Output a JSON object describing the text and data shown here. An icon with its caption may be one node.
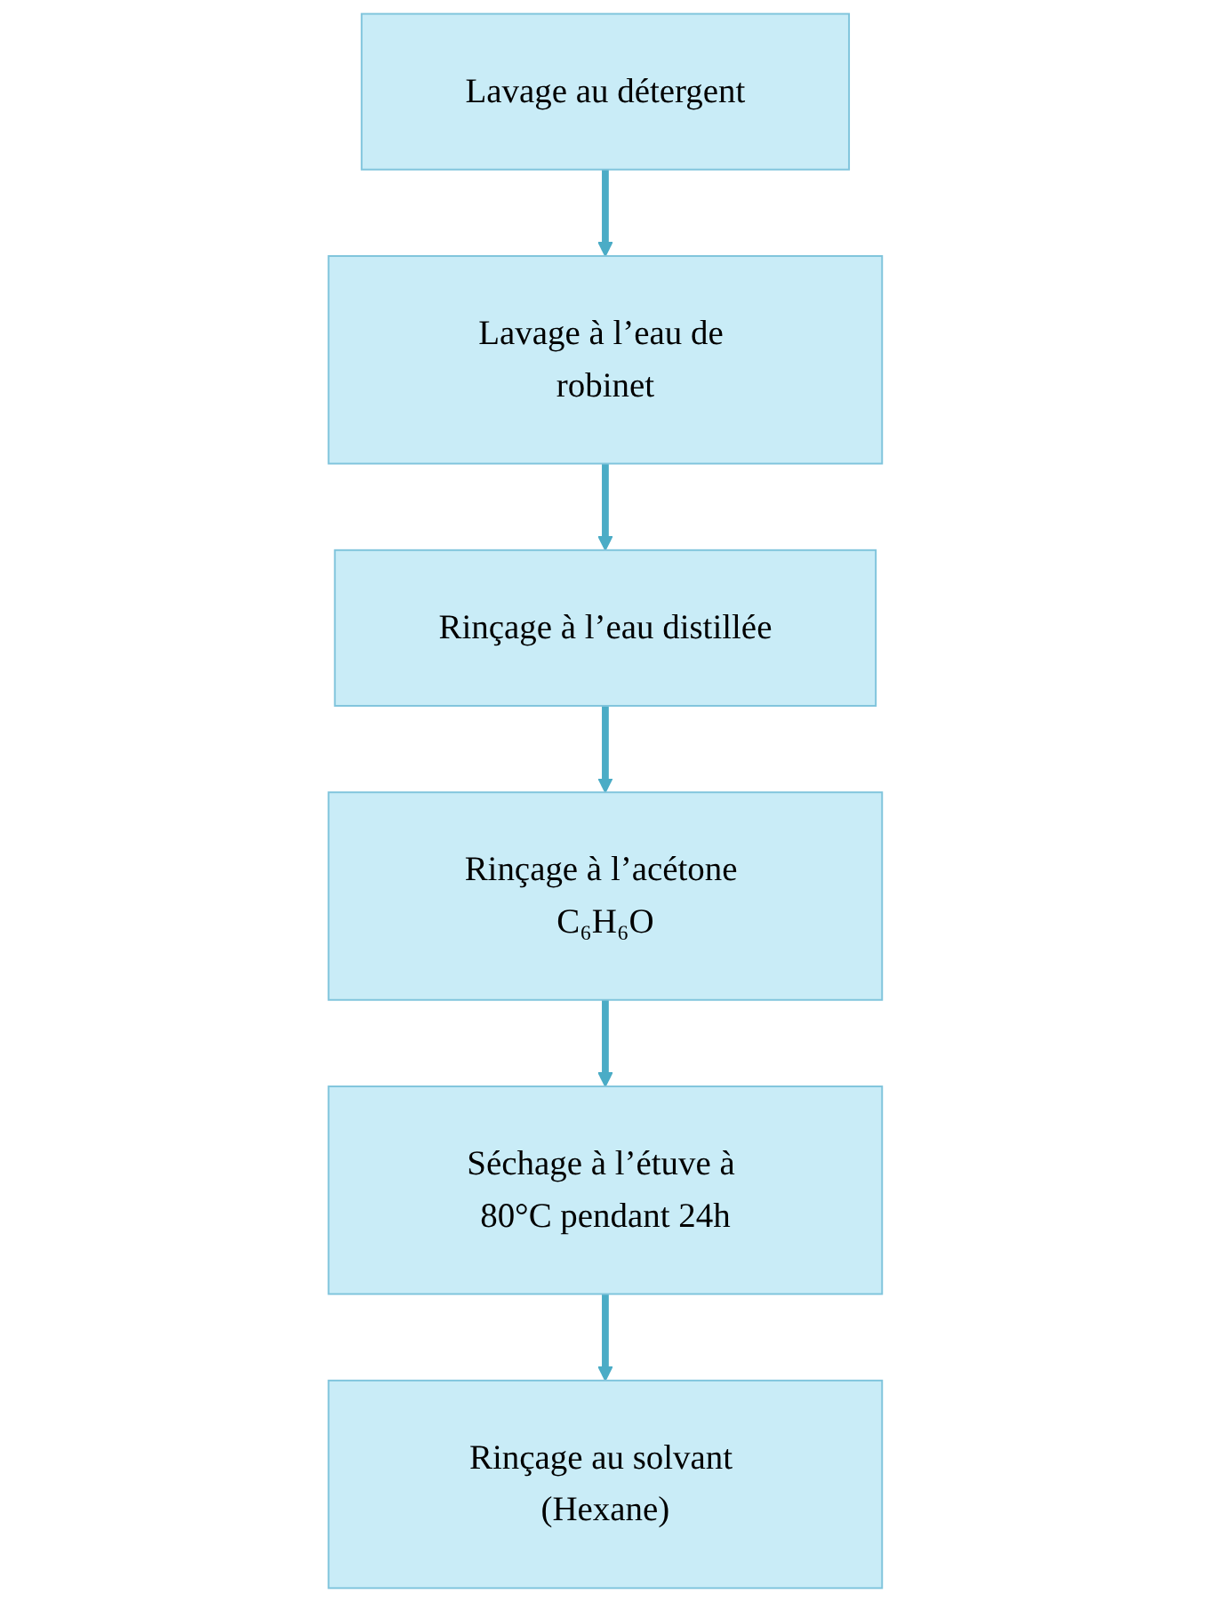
{
  "diagram": {
    "nodes": [
      {
        "text": [
          "Lavage au détergent"
        ]
      },
      {
        "text": [
          "Lavage à l’eau de robinet"
        ]
      },
      {
        "text": [
          "Rinçage à l’eau distillée"
        ]
      },
      {
        "text": [
          "Rinçage à l’acétone C₆H₆O"
        ]
      },
      {
        "text": [
          "Séchage à l’étuve à 80°C pendant 24h"
        ]
      },
      {
        "text": [
          "Rinçage au solvant (Hexane)"
        ]
      }
    ],
    "edges": [
      {
        "from": 0,
        "to": 1,
        "arrow": "to"
      },
      {
        "from": 1,
        "to": 2,
        "arrow": "to"
      },
      {
        "from": 2,
        "to": 3,
        "arrow": "to"
      },
      {
        "from": 3,
        "to": 4,
        "arrow": "to"
      },
      {
        "from": 4,
        "to": 5,
        "arrow": "to"
      }
    ]
  }
}
